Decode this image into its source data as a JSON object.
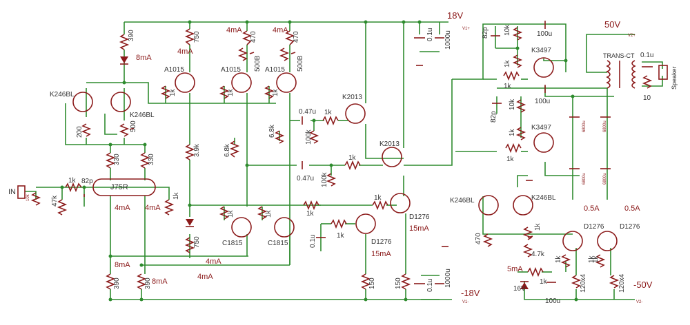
{
  "rails": {
    "pos18": "18V",
    "neg18": "-18V",
    "pos50": "50V",
    "neg50": "-50V"
  },
  "nets": {
    "v1p": "V1+",
    "v1m": "V1-",
    "v2p": "V2+",
    "v2m": "V2-"
  },
  "labels": [
    {
      "id": "r390-top",
      "text": "390"
    },
    {
      "id": "i-8ma-a",
      "text": "8mA"
    },
    {
      "id": "q-k246-l1",
      "text": "K246BL"
    },
    {
      "id": "q-k246-l2",
      "text": "K246BL"
    },
    {
      "id": "r200",
      "text": "200"
    },
    {
      "id": "pot500",
      "text": "500"
    },
    {
      "id": "r330-a",
      "text": "330"
    },
    {
      "id": "r330-b",
      "text": "330"
    },
    {
      "id": "in-label",
      "text": "IN"
    },
    {
      "id": "pot10k-in",
      "text": "10k"
    },
    {
      "id": "r47k",
      "text": "47k"
    },
    {
      "id": "r1k-in",
      "text": "1k"
    },
    {
      "id": "c82p-in",
      "text": "82p"
    },
    {
      "id": "q-j75r",
      "text": "J75R"
    },
    {
      "id": "i-4ma-a",
      "text": "4mA"
    },
    {
      "id": "i-4ma-b",
      "text": "4mA"
    },
    {
      "id": "r1k-j75",
      "text": "1k"
    },
    {
      "id": "i-8ma-b",
      "text": "8mA"
    },
    {
      "id": "i-8ma-c",
      "text": "8mA"
    },
    {
      "id": "r390-a",
      "text": "390"
    },
    {
      "id": "r390-b",
      "text": "390"
    },
    {
      "id": "r750-top",
      "text": "750"
    },
    {
      "id": "i-4ma-c",
      "text": "4mA"
    },
    {
      "id": "q-a1015-a",
      "text": "A1015"
    },
    {
      "id": "r1k-a1",
      "text": "1k"
    },
    {
      "id": "r3k9",
      "text": "3.9k"
    },
    {
      "id": "r750-bot",
      "text": "750"
    },
    {
      "id": "i-4ma-d",
      "text": "4mA"
    },
    {
      "id": "i-4ma-e",
      "text": "4mA"
    },
    {
      "id": "i-4ma-f",
      "text": "4mA"
    },
    {
      "id": "r470-a",
      "text": "470"
    },
    {
      "id": "pot500b-a",
      "text": "500B"
    },
    {
      "id": "q-a1015-b",
      "text": "A1015"
    },
    {
      "id": "r1k-a2",
      "text": "1k"
    },
    {
      "id": "i-4ma-g",
      "text": "4mA"
    },
    {
      "id": "r470-b",
      "text": "470"
    },
    {
      "id": "pot500b-b",
      "text": "500B"
    },
    {
      "id": "q-a1015-c",
      "text": "A1015"
    },
    {
      "id": "r1k-a3",
      "text": "1k"
    },
    {
      "id": "r6k8-a",
      "text": "6.8k"
    },
    {
      "id": "r6k8-b",
      "text": "6.8k"
    },
    {
      "id": "r1k-c1",
      "text": "1k"
    },
    {
      "id": "r1k-c2",
      "text": "1k"
    },
    {
      "id": "q-c1815-a",
      "text": "C1815"
    },
    {
      "id": "q-c1815-b",
      "text": "C1815"
    },
    {
      "id": "c047-a",
      "text": "0.47u"
    },
    {
      "id": "r1k-k1",
      "text": "1k"
    },
    {
      "id": "r100k-a",
      "text": "100k"
    },
    {
      "id": "q-k2013-a",
      "text": "K2013"
    },
    {
      "id": "c047-b",
      "text": "0.47u"
    },
    {
      "id": "r100k-b",
      "text": "100k"
    },
    {
      "id": "r1k-k2",
      "text": "1k"
    },
    {
      "id": "q-k2013-b",
      "text": "K2013"
    },
    {
      "id": "r1k-d1",
      "text": "1k"
    },
    {
      "id": "r1k-d2",
      "text": "1k"
    },
    {
      "id": "r1k-d3",
      "text": "1k"
    },
    {
      "id": "q-d1276-a",
      "text": "D1276"
    },
    {
      "id": "i-15ma-a",
      "text": "15mA"
    },
    {
      "id": "q-d1276-b",
      "text": "D1276"
    },
    {
      "id": "i-15ma-b",
      "text": "15mA"
    },
    {
      "id": "c01u-a",
      "text": "0.1u"
    },
    {
      "id": "r150-a",
      "text": "150"
    },
    {
      "id": "r150-b",
      "text": "150"
    },
    {
      "id": "c01u-top",
      "text": "0.1u"
    },
    {
      "id": "c1000u-top",
      "text": "1000u"
    },
    {
      "id": "c01u-bot",
      "text": "0.1u"
    },
    {
      "id": "c1000u-bot",
      "text": "1000u"
    },
    {
      "id": "c82p-a",
      "text": "82p"
    },
    {
      "id": "r10k-a",
      "text": "10k"
    },
    {
      "id": "c100u-a",
      "text": "100u"
    },
    {
      "id": "r1k-f1",
      "text": "1k"
    },
    {
      "id": "r1k-f2",
      "text": "1k"
    },
    {
      "id": "q-k3497-a",
      "text": "K3497"
    },
    {
      "id": "r10k-b",
      "text": "10k"
    },
    {
      "id": "c82p-b",
      "text": "82p"
    },
    {
      "id": "c100u-b",
      "text": "100u"
    },
    {
      "id": "r1k-f3",
      "text": "1k"
    },
    {
      "id": "q-k3497-b",
      "text": "K3497"
    },
    {
      "id": "r1k-f4",
      "text": "1k"
    },
    {
      "id": "c6800-a",
      "text": "6800u"
    },
    {
      "id": "c6800-b",
      "text": "6800u"
    },
    {
      "id": "c6800-c",
      "text": "6800u"
    },
    {
      "id": "c6800-d",
      "text": "6800u"
    },
    {
      "id": "trans",
      "text": "TRANS-CT"
    },
    {
      "id": "c01u-spk",
      "text": "0.1u"
    },
    {
      "id": "r10-spk",
      "text": "10"
    },
    {
      "id": "spk",
      "text": "Speaker"
    },
    {
      "id": "q-k246-r1",
      "text": "K246BL"
    },
    {
      "id": "q-k246-r2",
      "text": "K246BL"
    },
    {
      "id": "r470-c",
      "text": "470"
    },
    {
      "id": "r1k-g1",
      "text": "1k"
    },
    {
      "id": "r4k7",
      "text": "4.7k"
    },
    {
      "id": "i-5ma",
      "text": "5mA"
    },
    {
      "id": "r1k-g2",
      "text": "1k"
    },
    {
      "id": "r1k-g3",
      "text": "1k"
    },
    {
      "id": "z16v",
      "text": "16V"
    },
    {
      "id": "c100u-c",
      "text": "100u"
    },
    {
      "id": "i-05a-a",
      "text": "0.5A"
    },
    {
      "id": "i-05a-b",
      "text": "0.5A"
    },
    {
      "id": "q-d1276-c",
      "text": "D1276"
    },
    {
      "id": "q-d1276-d",
      "text": "D1276"
    },
    {
      "id": "r1k-h1",
      "text": "1k"
    },
    {
      "id": "r1k-h2",
      "text": "1k"
    },
    {
      "id": "r120x4-a",
      "text": "120x4"
    },
    {
      "id": "r120x4-b",
      "text": "120x4"
    }
  ]
}
